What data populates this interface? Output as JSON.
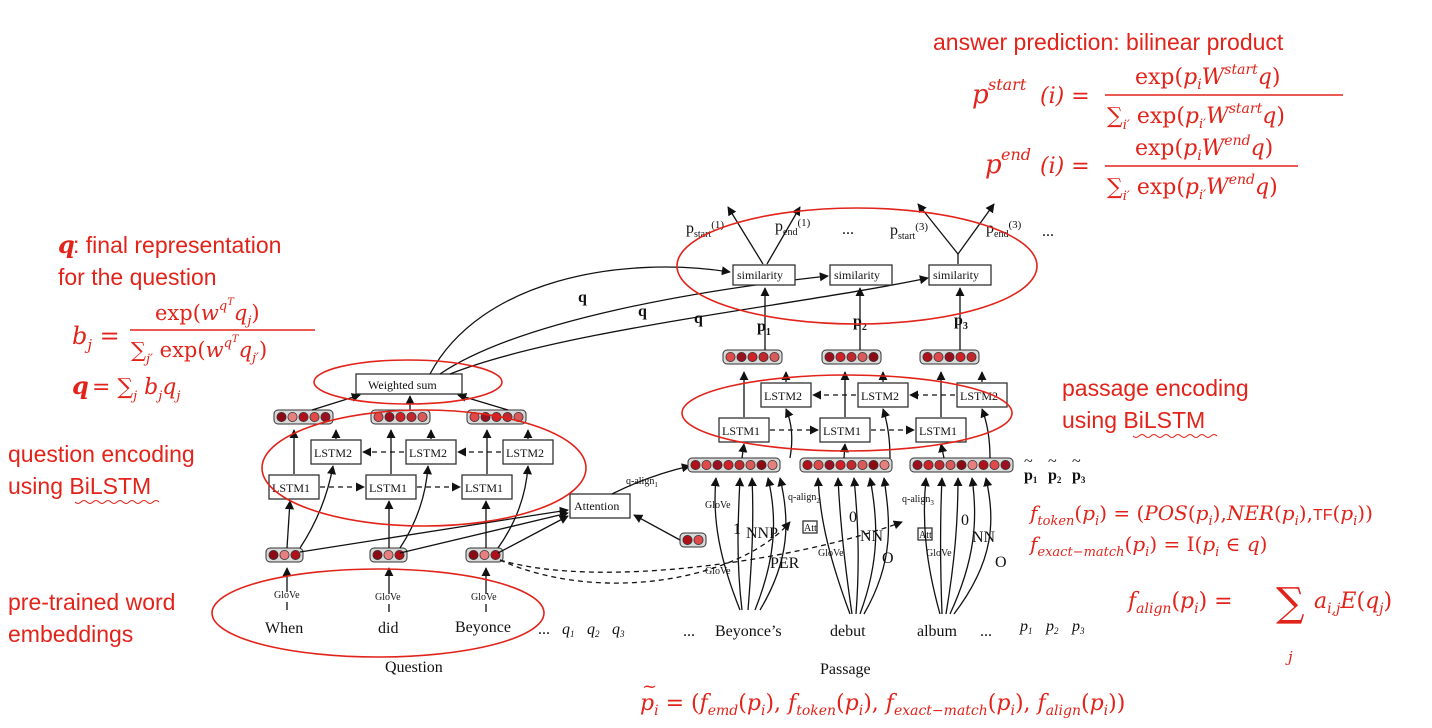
{
  "annotations": {
    "answer_title": "answer prediction: bilinear product",
    "q_def_line1": ": final representation",
    "q_def_bold": "q",
    "q_def_line2": "for the question",
    "question_enc_line1": "question encoding",
    "question_enc_line2_a": "using ",
    "question_enc_line2_b": "BiLSTM",
    "passage_enc_line1": "passage encoding",
    "passage_enc_line2_a": "using ",
    "passage_enc_line2_b": "BiLSTM",
    "pretrained_line1": "pre-trained word",
    "pretrained_line2": "embeddings"
  },
  "diagram": {
    "question_words": [
      "When",
      "did",
      "Beyonce"
    ],
    "question_tail": "... ",
    "question_syms": [
      "q",
      "q",
      "q"
    ],
    "question_sym_subs": [
      "1",
      "2",
      "3"
    ],
    "passage_words": [
      "...",
      "Beyonce’s",
      "debut",
      "album",
      "..."
    ],
    "passage_syms": [
      "p",
      "p",
      "p"
    ],
    "passage_sym_subs": [
      "1",
      "2",
      "3"
    ],
    "question_caption": "Question",
    "passage_caption": "Passage",
    "glove": "GloVe",
    "weighted_sum": "Weighted sum",
    "attention": "Attention",
    "lstm1": "LSTM1",
    "lstm2": "LSTM2",
    "similarity": "similarity",
    "q_label": "q",
    "p_labels": [
      "p",
      "p",
      "p"
    ],
    "p_label_subs": [
      "1",
      "2",
      "3"
    ],
    "p_start": "p",
    "p_start_sub": "start",
    "p_end_sub": "end",
    "paren1": "(1)",
    "paren3": "(3)",
    "ellipsis": "...",
    "q_align1": "q-align",
    "q_align1_sub": "1",
    "q_align2": "q-align",
    "q_align2_sub": "2",
    "q_align3": "q-align",
    "q_align3_sub": "3",
    "one": "1",
    "zero": "0",
    "nnp": "NNP",
    "per": "PER",
    "nn": "NN",
    "o": "O",
    "att": "Att"
  },
  "formulas": {
    "pstart_lhs": "p",
    "start": "start",
    "end": "end",
    "i_arg": "(i) =",
    "num_exp": "exp(",
    "num_W": "W",
    "num_q": "q)",
    "den_sum": "∑",
    "den_exp": " exp(",
    "bj_lhs": "b",
    "bj_num": "exp(w",
    "bj_den": " exp(w",
    "q_eq": "q",
    "q_rhs": " = ∑",
    "f_token": "f",
    "token_sub": "token",
    "f_token_rhs": "(p",
    "pos": "POS",
    "ner": "NER",
    "tf": "TF",
    "exact_sub": "exact−match",
    "f_exact_rhs": "= I(p",
    "align_sub": "align",
    "f_align_rhs": "E(q",
    "emd_sub": "emd",
    "ptilde_rhs": " = ("
  }
}
